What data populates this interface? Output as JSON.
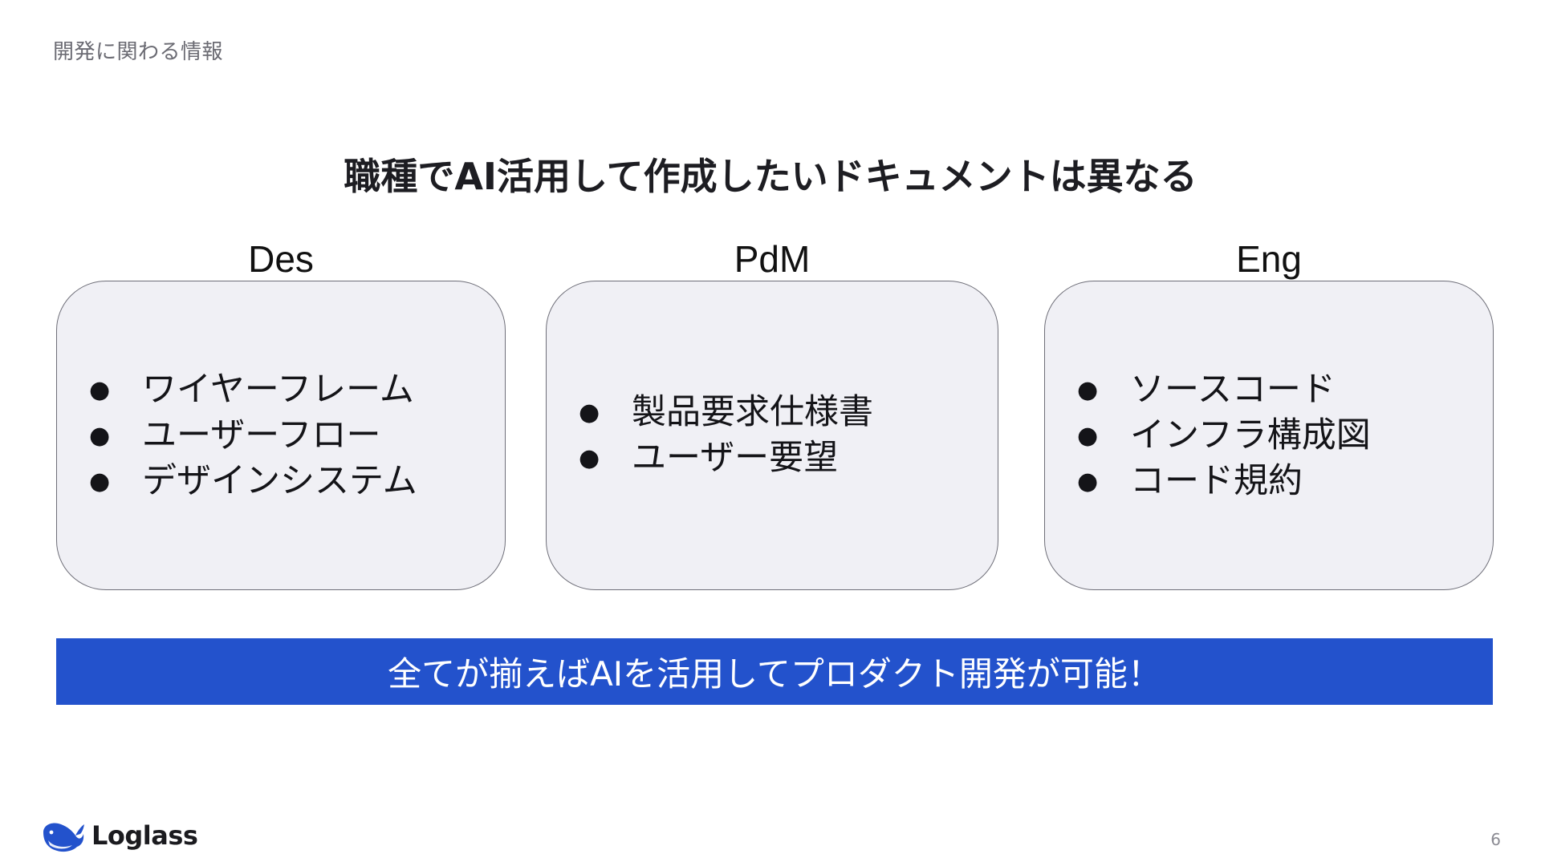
{
  "header": {
    "section_label": "開発に関わる情報"
  },
  "slide": {
    "title": "職種でAI活用して作成したいドキュメントは異なる",
    "columns": [
      {
        "heading": "Des",
        "items": [
          "ワイヤーフレーム",
          "ユーザーフロー",
          "デザインシステム"
        ]
      },
      {
        "heading": "PdM",
        "items": [
          "製品要求仕様書",
          "ユーザー要望"
        ]
      },
      {
        "heading": "Eng",
        "items": [
          "ソースコード",
          "インフラ構成図",
          "コード規約"
        ]
      }
    ],
    "banner": "全てが揃えばAIを活用してプロダクト開発が可能！"
  },
  "footer": {
    "logo_text": "Loglass",
    "logo_icon": "whale-icon",
    "page_number": "6"
  },
  "colors": {
    "card_background": "#f0f0f5",
    "card_border": "#6e6e78",
    "banner_background": "#2352cc",
    "logo_blue": "#2352cc"
  }
}
